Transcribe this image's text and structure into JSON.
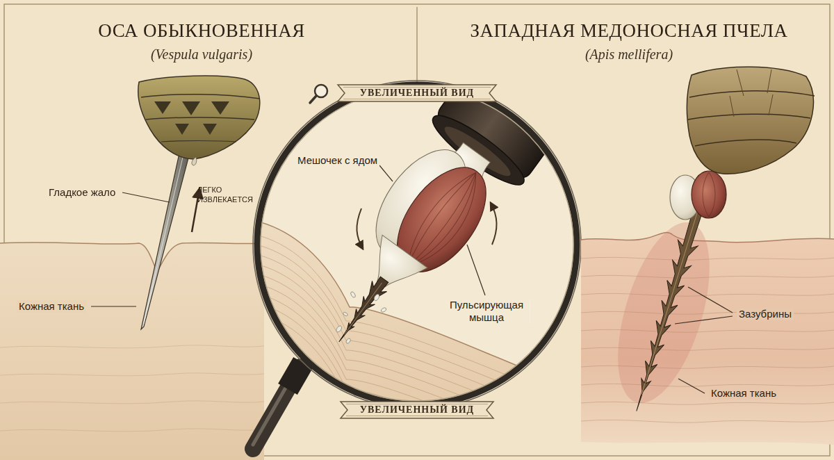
{
  "diagram": {
    "labels": [
      "ОСА ОБЫКНОВЕННАЯ",
      "(Vespula vulgaris)",
      "ЗАПАДНАЯ МЕДОНОСНАЯ ПЧЕЛА",
      "(Apis mellifera)",
      "УВЕЛИЧЕННЫЙ ВИД",
      "Гладкое жало",
      "ЛЕГКО ИЗВЛЕКАЕТСЯ",
      "Мешочек с ядом",
      "Кожная ткань",
      "Пульсирующая мышца",
      "Зазубрины",
      "Кожная ткань",
      "УВЕЛИЧЕННЫЙ ВИД"
    ]
  }
}
